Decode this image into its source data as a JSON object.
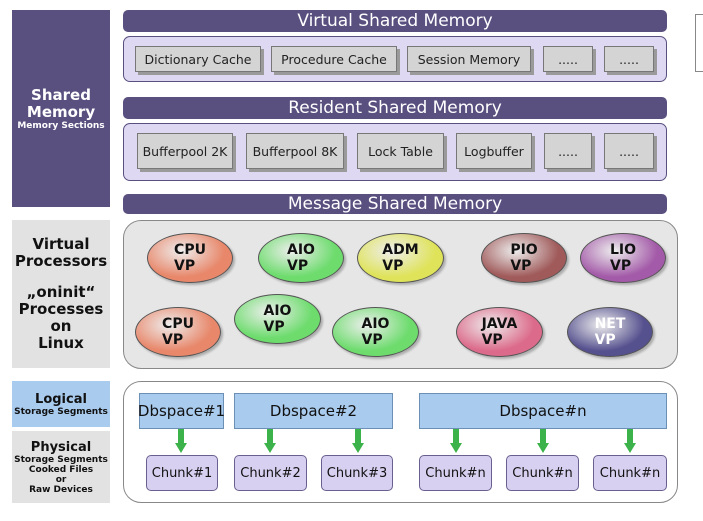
{
  "left": {
    "shared_title": "Shared\nMemory",
    "shared_sub": "Memory Sections",
    "vp_title": "Virtual\nProcessors",
    "vp_sub": "„oninit“\nProcesses\non\nLinux",
    "logical_title": "Logical",
    "logical_sub": "Storage Segments",
    "physical_title": "Physical",
    "physical_sub": "Storage Segments\nCooked Files\nor\nRaw Devices"
  },
  "virtual_shared": {
    "title": "Virtual Shared Memory",
    "boxes": [
      "Dictionary Cache",
      "Procedure Cache",
      "Session Memory",
      ".....",
      "....."
    ]
  },
  "resident_shared": {
    "title": "Resident Shared Memory",
    "boxes": [
      "Bufferpool 2K",
      "Bufferpool 8K",
      "Lock Table",
      "Logbuffer",
      ".....",
      "....."
    ]
  },
  "message_shared": {
    "title": "Message Shared Memory"
  },
  "vps": [
    {
      "label": "CPU\nVP",
      "color": "#e8876a"
    },
    {
      "label": "AIO\nVP",
      "color": "#6ddc6d"
    },
    {
      "label": "ADM\nVP",
      "color": "#dfe35a"
    },
    {
      "label": "PIO\nVP",
      "color": "#a05a5a"
    },
    {
      "label": "LIO\nVP",
      "color": "#a35aa8"
    },
    {
      "label": "CPU\nVP",
      "color": "#e8876a"
    },
    {
      "label": "AIO\nVP",
      "color": "#6ddc6d"
    },
    {
      "label": "AIO\nVP",
      "color": "#6ddc6d"
    },
    {
      "label": "JAVA\nVP",
      "color": "#dc6a8a"
    },
    {
      "label": "NET\nVP",
      "color": "#55508e"
    }
  ],
  "dbspaces": [
    "Dbspace#1",
    "Dbspace#2",
    "Dbspace#n"
  ],
  "chunks": [
    "Chunk#1",
    "Chunk#2",
    "Chunk#3",
    "Chunk#n",
    "Chunk#n",
    "Chunk#n"
  ]
}
